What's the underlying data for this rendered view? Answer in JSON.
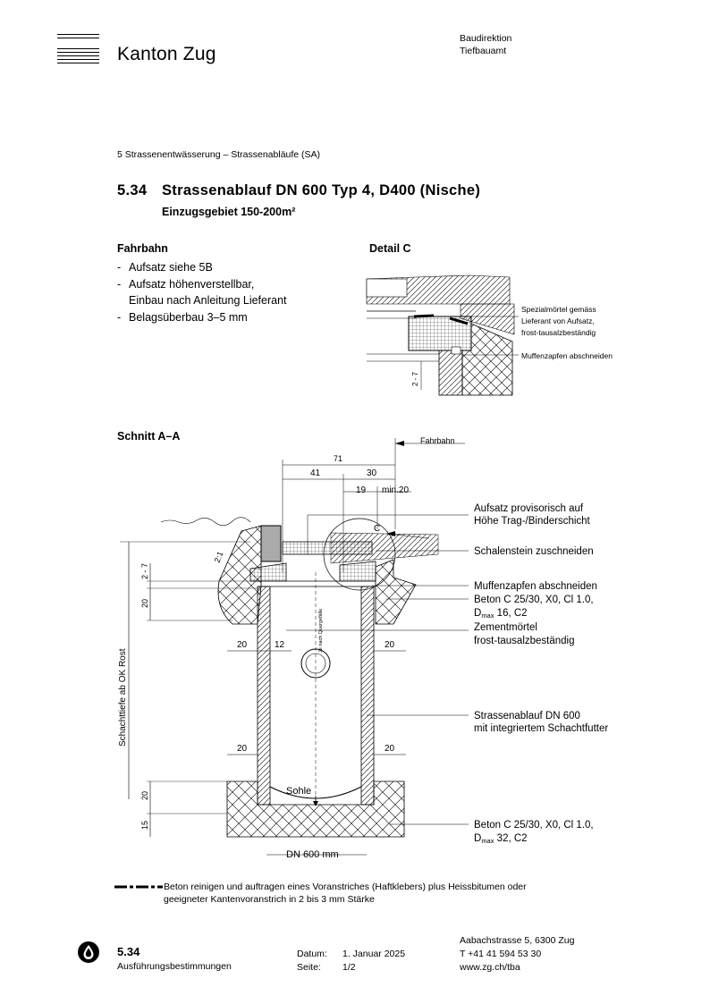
{
  "header": {
    "logo_text": "Kanton Zug",
    "dept_line1": "Baudirektion",
    "dept_line2": "Tiefbauamt"
  },
  "section": "5 Strassenentwässerung – Strassenabläufe (SA)",
  "title": {
    "number": "5.34",
    "text": "Strassenablauf DN 600 Typ 4, D400 (Nische)"
  },
  "subtitle": "Einzugsgebiet 150-200m²",
  "fahrbahn": {
    "heading": "Fahrbahn",
    "items": [
      "Aufsatz siehe 5B",
      "Aufsatz höhenverstellbar,",
      "Einbau nach Anleitung Lieferant",
      "Belagsüberbau 3–5 mm"
    ]
  },
  "detail_c": {
    "heading": "Detail C",
    "label1_l1": "Spezialmörtel gemäss",
    "label1_l2": "Lieferant von Aufsatz,",
    "label1_l3": "frost-tausalzbeständig",
    "label2": "Muffenzapfen abschneiden",
    "dim": "2 - 7"
  },
  "schnitt": {
    "heading": "Schnitt A–A",
    "fahrbahn_label": "Fahrbahn",
    "dim_71": "71",
    "dim_41": "41",
    "dim_30": "30",
    "dim_19": "19",
    "dim_min20": "min.20",
    "c_label": "C",
    "dim_2_1": "2:1",
    "dim_2_7": "2 - 7",
    "dim_20a": "20",
    "dim_20_left_top": "20",
    "dim_12": "12",
    "dim_20_right_top": "20",
    "dim_20_left_bot": "20",
    "dim_20_right_bot": "20",
    "dim_20_v_bot": "20",
    "dim_15": "15",
    "vertical_label": "Schachttiefe ab OK Rost",
    "quergefaelle": "Je nach Quergefälle",
    "sohle": "Sohle",
    "dn": "DN 600 mm",
    "label_aufsatz_l1": "Aufsatz provisorisch auf",
    "label_aufsatz_l2": "Höhe Trag-/Binderschicht",
    "label_schalen": "Schalenstein zuschneiden",
    "label_muffen": "Muffenzapfen abschneiden",
    "label_beton1_l1": "Beton C 25/30, X0, Cl 1.0,",
    "label_beton1_l2": "D",
    "label_beton1_sub": "max",
    "label_beton1_l2b": " 16, C2",
    "label_zement_l1": "Zementmörtel",
    "label_zement_l2": "frost-tausalzbeständig",
    "label_strassen_l1": "Strassenablauf DN 600",
    "label_strassen_l2": "mit integriertem Schachtfutter",
    "label_beton2_l1": "Beton C 25/30, X0, Cl 1.0,",
    "label_beton2_l2": "D",
    "label_beton2_sub": "max",
    "label_beton2_l2b": " 32, C2"
  },
  "legend": {
    "line1": "Beton reinigen und auftragen eines Voranstriches (Haftklebers) plus Heissbitumen oder",
    "line2": "geeigneter Kantenvoranstrich in 2 bis 3 mm Stärke"
  },
  "footer": {
    "number": "5.34",
    "subtitle": "Ausführungsbestimmungen",
    "datum_label": "Datum:",
    "datum_value": "1. Januar 2025",
    "seite_label": "Seite:",
    "seite_value": "1/2",
    "address": "Aabachstrasse 5, 6300 Zug",
    "phone": "T +41 41 594 53 30",
    "web": "www.zg.ch/tba"
  }
}
